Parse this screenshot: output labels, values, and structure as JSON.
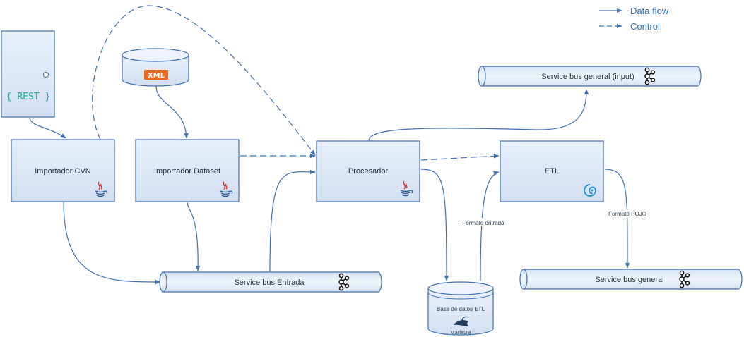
{
  "legend": {
    "data_flow": "Data flow",
    "control": "Control"
  },
  "nodes": {
    "rest": "{ REST }",
    "xml": "XML",
    "importador_cvn": "Importador CVN",
    "importador_dataset": "Importador Dataset",
    "procesador": "Procesador",
    "etl": "ETL",
    "service_bus_general_input": "Service bus general (input)",
    "service_bus_entrada": "Service bus Entrada",
    "service_bus_general": "Service bus general",
    "base_datos_etl": "Base de datos ETL",
    "mariadb": "MariaDB"
  },
  "edges": {
    "formato_entrada": "Formato entrada",
    "formato_pojo": "Formato POJO"
  },
  "colors": {
    "box_fill": "#dce7f5",
    "box_stroke": "#3f6fb3",
    "line": "#3f6fb3",
    "java_red": "#e1251b",
    "java_blue": "#2a5b9a",
    "xml_orange": "#e8671c",
    "rest_teal": "#1aa89a",
    "etl_blue": "#1b8ed0"
  },
  "icons": [
    "server-icon",
    "xml-database-icon",
    "java-icon",
    "kafka-icon",
    "etl-swirl-icon",
    "mariadb-icon"
  ]
}
